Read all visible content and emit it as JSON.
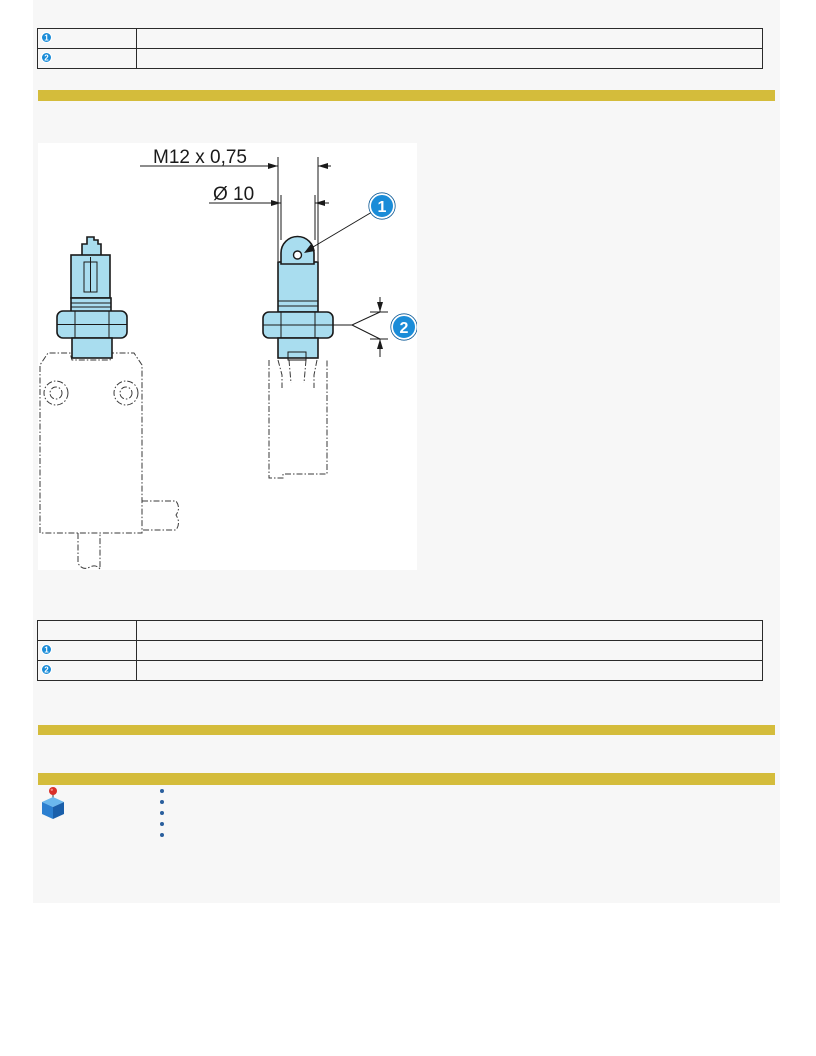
{
  "top_table": {
    "rows": [
      {
        "callout": "1",
        "icon": "callout-1-icon"
      },
      {
        "callout": "2",
        "icon": "callout-2-icon"
      }
    ]
  },
  "drawing": {
    "dim_thread": "M12 x 0,75",
    "dim_diameter": "Ø 10",
    "callouts": [
      "1",
      "2"
    ]
  },
  "bottom_table": {
    "rows": [
      {
        "callout": "1",
        "icon": "callout-1-icon"
      },
      {
        "callout": "2",
        "icon": "callout-2-icon"
      }
    ]
  },
  "info": {
    "icon": "product-box-pin-icon"
  },
  "colors": {
    "section_bar": "#d4bc3b",
    "accent_blue": "#1a8cd8",
    "part_fill": "#a9ddef"
  }
}
